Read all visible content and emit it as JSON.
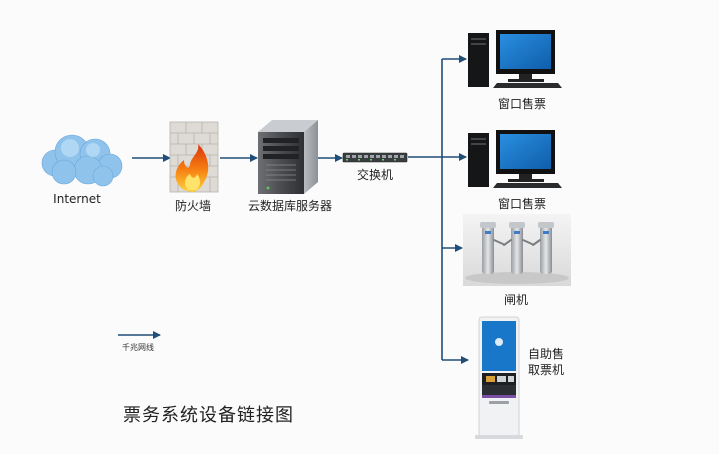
{
  "title": "票务系统设备链接图",
  "legend": {
    "label": "千兆网线"
  },
  "nodes": {
    "internet": {
      "label": "Internet",
      "icon": "cloud-icon"
    },
    "firewall": {
      "label": "防火墙",
      "icon": "firewall-icon"
    },
    "server": {
      "label": "云数据库服务器",
      "icon": "server-icon"
    },
    "switch": {
      "label": "交换机",
      "icon": "switch-icon"
    },
    "window1": {
      "label": "窗口售票",
      "icon": "desktop-computer-icon"
    },
    "window2": {
      "label": "窗口售票",
      "icon": "desktop-computer-icon"
    },
    "gate": {
      "label": "闸机",
      "icon": "turnstile-gate-icon"
    },
    "kiosk": {
      "label": "自助售取票机",
      "icon": "kiosk-icon"
    }
  },
  "colors": {
    "link": "#1f4e79",
    "screen": "#1a74c9",
    "cloud": "#8fc3ec",
    "kiosk_screen": "#1877c8"
  }
}
